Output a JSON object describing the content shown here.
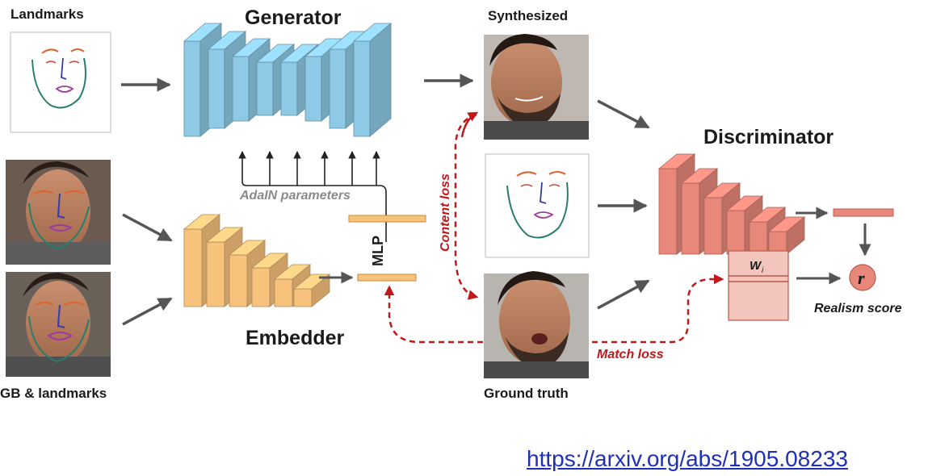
{
  "labels": {
    "landmarks": "Landmarks",
    "generator": "Generator",
    "synthesized": "Synthesized",
    "discriminator": "Discriminator",
    "adain": "AdaIN parameters",
    "mlp": "MLP",
    "content_loss": "Content loss",
    "embedder": "Embedder",
    "rgb_landmarks": "GB & landmarks",
    "ground_truth": "Ground truth",
    "match_loss": "Match loss",
    "realism_score": "Realism score",
    "r_symbol": "r",
    "w_symbol": "W",
    "w_subscript": "i"
  },
  "link": "https://arxiv.org/abs/1905.08233",
  "colors": {
    "generator_blue": "#8ecae6",
    "embedder_orange": "#f7c27c",
    "discriminator_red": "#e8887a",
    "loss_red": "#c0181b",
    "link_blue": "#1f2fb8"
  }
}
